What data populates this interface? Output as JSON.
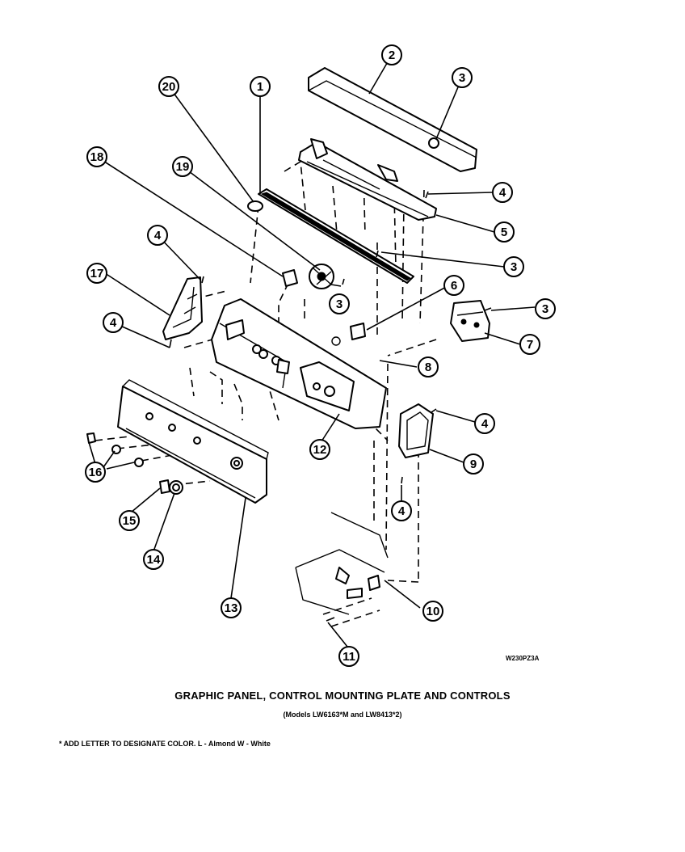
{
  "diagram": {
    "drawing_code": "W230PZ3A",
    "callouts": [
      {
        "label": "1"
      },
      {
        "label": "2"
      },
      {
        "label": "3"
      },
      {
        "label": "3"
      },
      {
        "label": "3"
      },
      {
        "label": "3"
      },
      {
        "label": "4"
      },
      {
        "label": "4"
      },
      {
        "label": "4"
      },
      {
        "label": "4"
      },
      {
        "label": "4"
      },
      {
        "label": "5"
      },
      {
        "label": "6"
      },
      {
        "label": "7"
      },
      {
        "label": "8"
      },
      {
        "label": "9"
      },
      {
        "label": "10"
      },
      {
        "label": "11"
      },
      {
        "label": "12"
      },
      {
        "label": "13"
      },
      {
        "label": "14"
      },
      {
        "label": "15"
      },
      {
        "label": "16"
      },
      {
        "label": "17"
      },
      {
        "label": "18"
      },
      {
        "label": "19"
      },
      {
        "label": "20"
      }
    ]
  },
  "caption": {
    "title": "GRAPHIC PANEL, CONTROL MOUNTING PLATE AND CONTROLS",
    "subtitle": "(Models LW6163*M and LW8413*2)"
  },
  "note": "* ADD LETTER TO DESIGNATE COLOR.  L - Almond  W - White"
}
